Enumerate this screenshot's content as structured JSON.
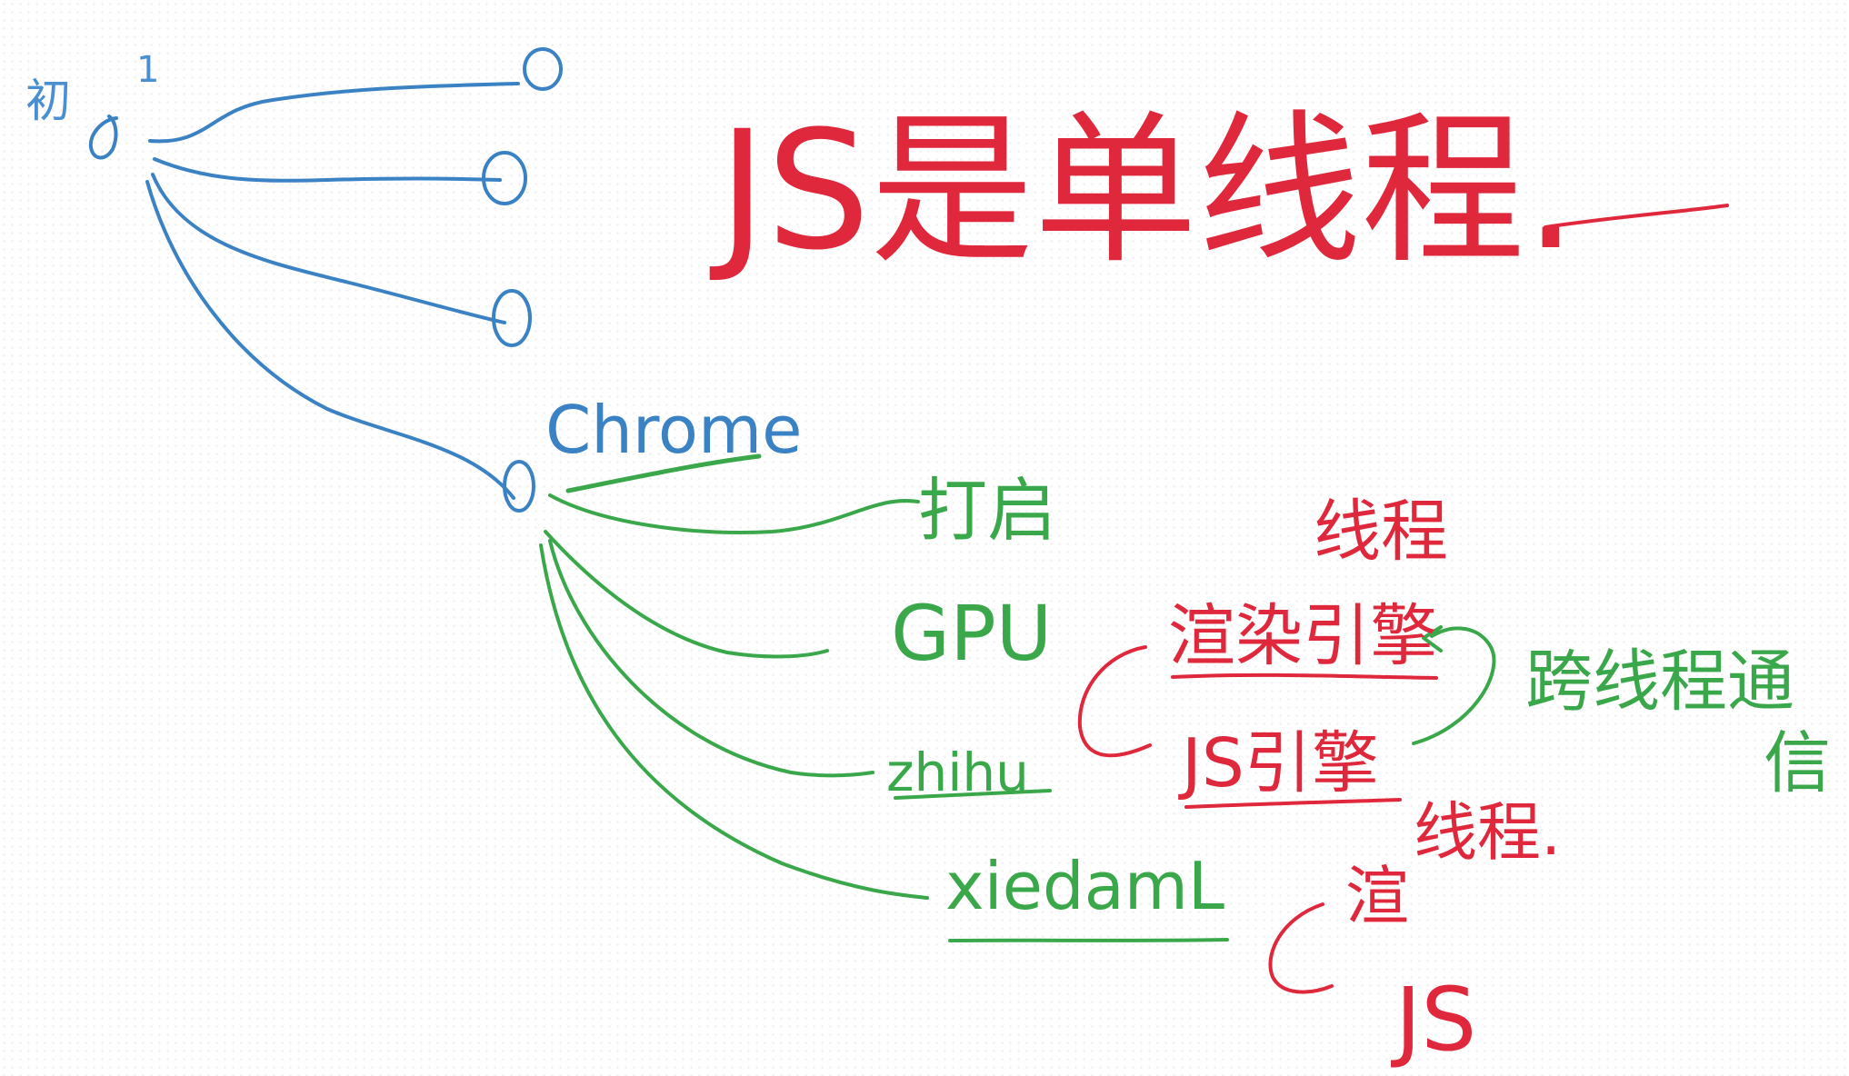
{
  "colors": {
    "blue": "#3b82c4",
    "green": "#3aa84a",
    "red": "#e0283c"
  },
  "title": "JS是单线程.",
  "blue": {
    "prefix": "初",
    "top_mark": "1",
    "chrome": "Chrome"
  },
  "green": {
    "print": "打启",
    "gpu": "GPU",
    "zhihu": "zhihu",
    "xiedamu": "xiedamL",
    "cross": "跨线程通",
    "cross2": "信"
  },
  "red": {
    "thread_top": "线程",
    "render_engine": "渲染引擎",
    "js_engine": "JS引擎",
    "thread_mid": "线程.",
    "render_short": "渲",
    "js_short": "JS"
  }
}
